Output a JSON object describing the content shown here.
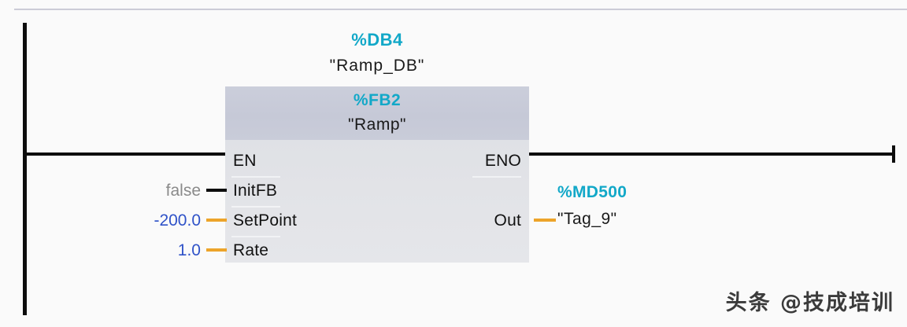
{
  "editor": {
    "language": "LAD",
    "background_color": "#fafafa",
    "rail_color": "#0d0d0d",
    "accent_teal": "#12a8c8",
    "wire_bool_color": "#0d0d0d",
    "wire_analog_color": "#eda42a",
    "value_blue": "#2f52c8",
    "value_gray": "#8a8a8a"
  },
  "block": {
    "instance_address": "%DB4",
    "instance_name": "\"Ramp_DB\"",
    "type_address": "%FB2",
    "type_name": "\"Ramp\"",
    "header_color": "#c8cbd9",
    "body_color": "#e2e3e7"
  },
  "inputs": [
    {
      "pin": "EN",
      "value": "",
      "wire": "bool"
    },
    {
      "pin": "InitFB",
      "value": "false",
      "wire": "bool"
    },
    {
      "pin": "SetPoint",
      "value": "-200.0",
      "wire": "analog"
    },
    {
      "pin": "Rate",
      "value": "1.0",
      "wire": "analog"
    }
  ],
  "outputs": [
    {
      "pin": "ENO",
      "address": "",
      "name": "",
      "wire": "bool"
    },
    {
      "pin": "Out",
      "address": "%MD500",
      "name": "\"Tag_9\"",
      "wire": "analog"
    }
  ],
  "watermark": {
    "text": "头条 @技成培训"
  }
}
